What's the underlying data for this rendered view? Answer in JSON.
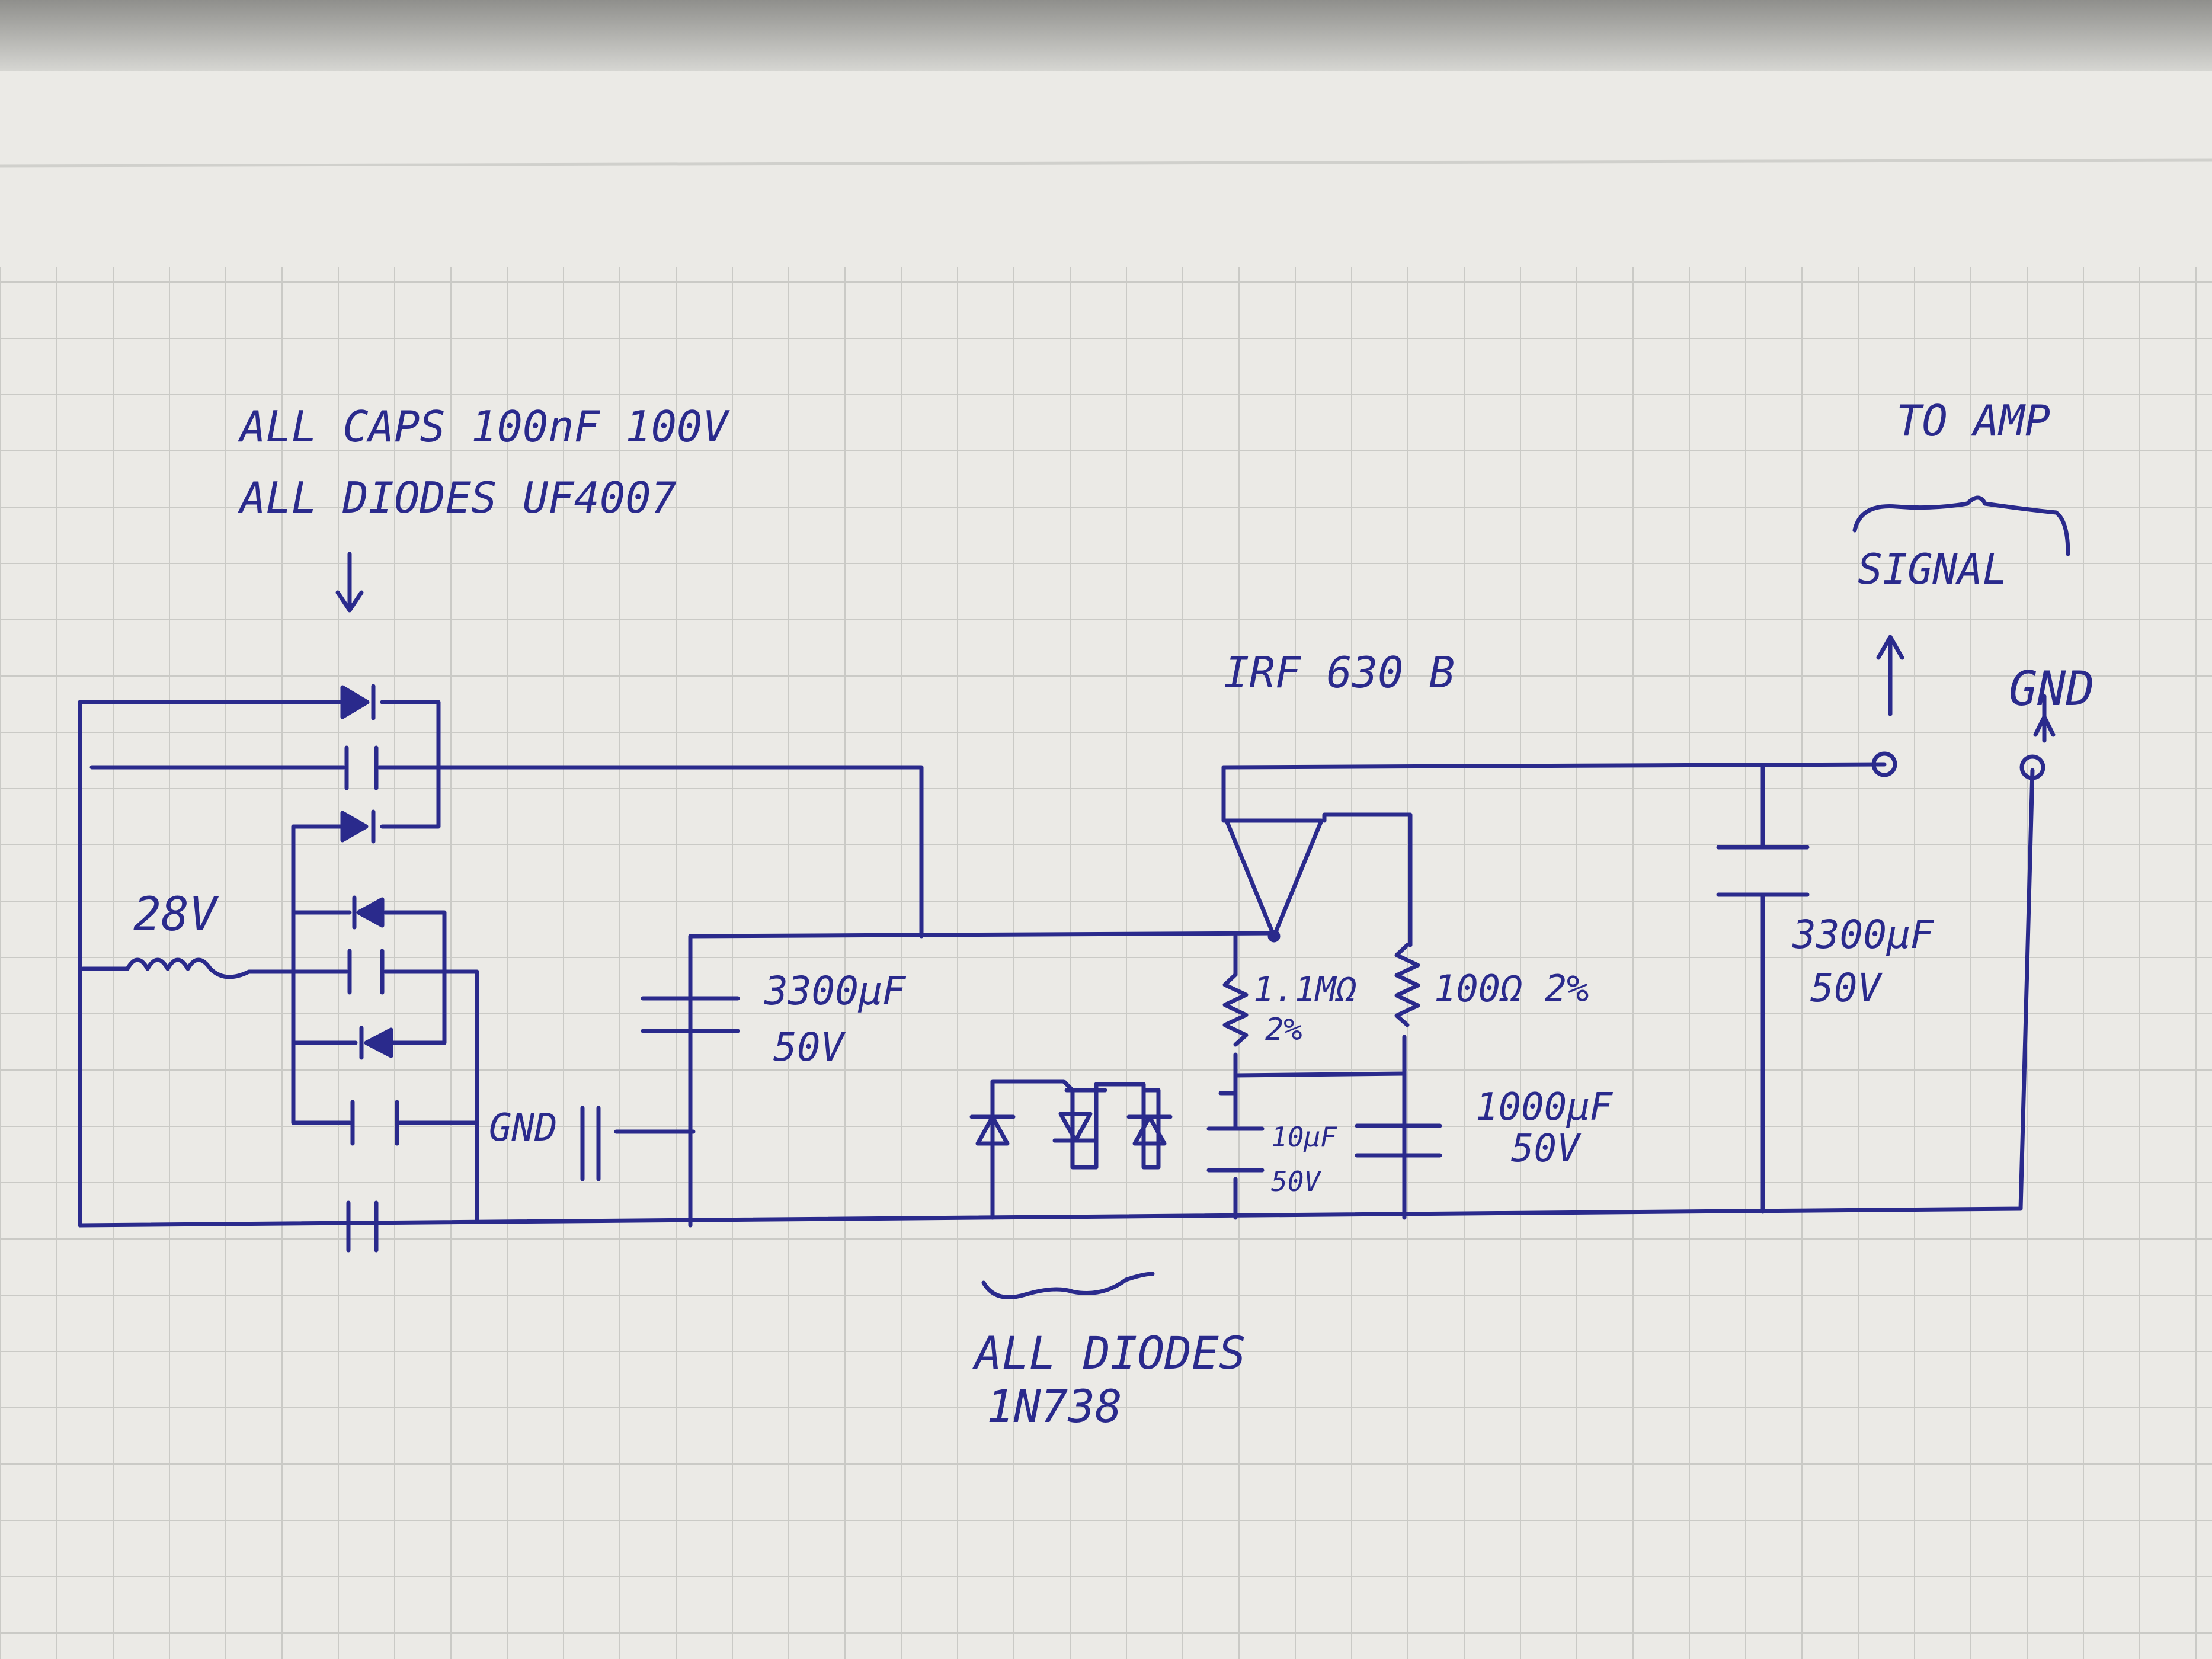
{
  "notes": {
    "caps": "ALL CAPS 100nF 100V",
    "diodes_top": "ALL DIODES UF4007",
    "diodes_bottom_1": "ALL DIODES",
    "diodes_bottom_2": "1N738"
  },
  "labels": {
    "input_voltage": "28V",
    "gnd_left": "GND",
    "gnd_right": "GND",
    "mosfet": "IRF 630 B",
    "to_amp": "TO AMP",
    "signal": "SIGNAL"
  },
  "components": {
    "c_filter1_value": "3300µF",
    "c_filter1_voltage": "50V",
    "r1_value": "1.1MΩ",
    "r1_tol": "2%",
    "r2_value": "100Ω 2%",
    "c_small_value": "10µF",
    "c_small_voltage": "50V",
    "c_mid_value": "1000µF",
    "c_mid_voltage": "50V",
    "c_out_value": "3300µF",
    "c_out_voltage": "50V"
  },
  "colors": {
    "ink": "#2a2a8c",
    "paper": "#ebeae6",
    "grid": "#cfcfcc"
  }
}
